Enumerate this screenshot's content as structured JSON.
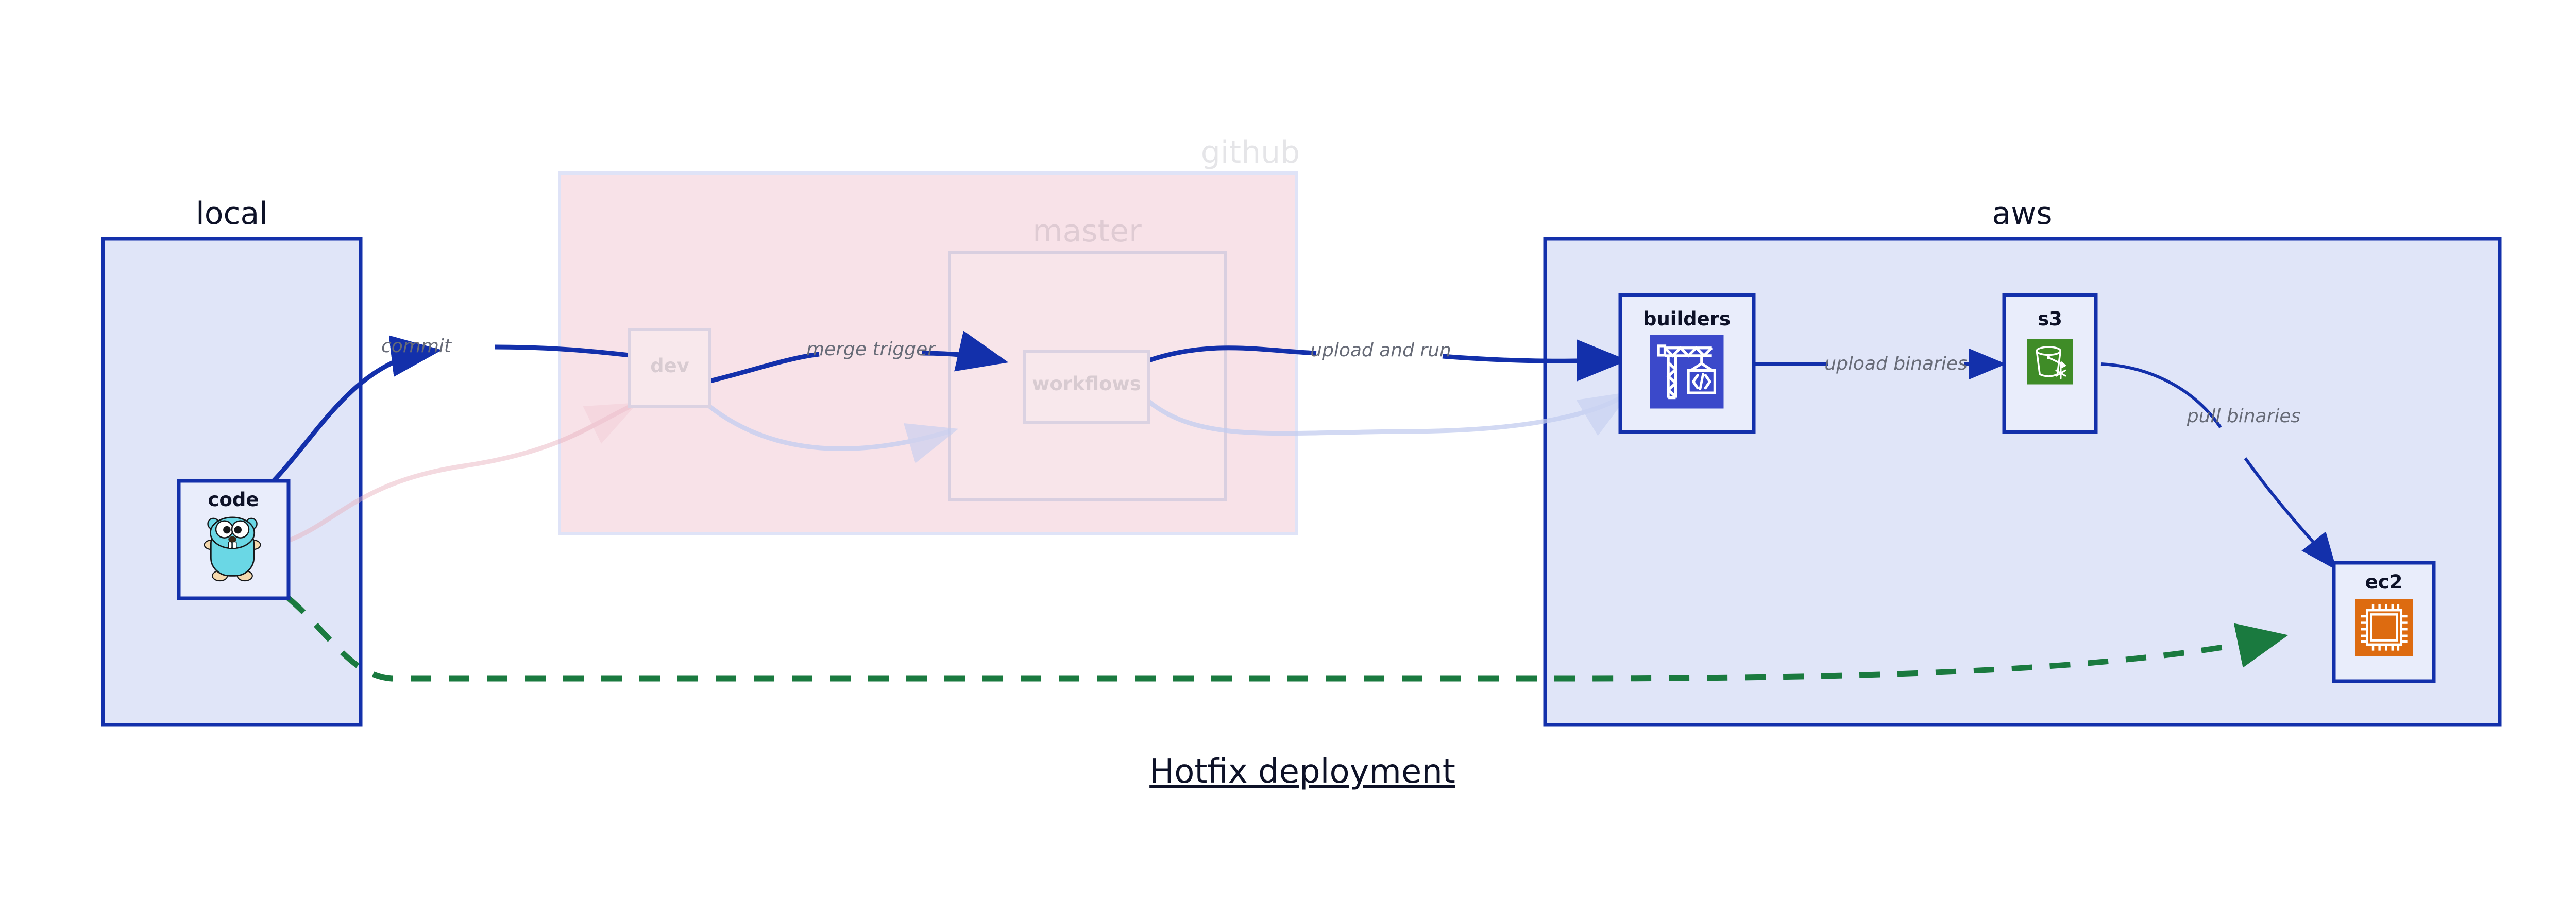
{
  "title": "Hotfix deployment",
  "groups": [
    {
      "id": "local",
      "label": "local",
      "state": "active"
    },
    {
      "id": "github",
      "label": "github",
      "state": "faded"
    },
    {
      "id": "master",
      "label": "master",
      "state": "faded"
    },
    {
      "id": "aws",
      "label": "aws",
      "state": "active"
    }
  ],
  "nodes": [
    {
      "id": "code",
      "label": "code",
      "icon": "go-gopher-icon",
      "state": "active"
    },
    {
      "id": "dev",
      "label": "dev",
      "icon": "none",
      "state": "faded"
    },
    {
      "id": "workflows",
      "label": "workflows",
      "icon": "none",
      "state": "faded"
    },
    {
      "id": "builders",
      "label": "builders",
      "icon": "crane-code-icon",
      "state": "active"
    },
    {
      "id": "s3",
      "label": "s3",
      "icon": "s3-bucket-icon",
      "state": "active"
    },
    {
      "id": "ec2",
      "label": "ec2",
      "icon": "cpu-chip-icon",
      "state": "active"
    }
  ],
  "edges": [
    {
      "id": "code-dev",
      "label": "commit",
      "style": "solid",
      "from": "code",
      "to": "dev"
    },
    {
      "id": "dev-workflows",
      "label": "merge trigger",
      "style": "solid",
      "from": "dev",
      "to": "workflows"
    },
    {
      "id": "workflows-builders",
      "label": "upload and run",
      "style": "solid",
      "from": "workflows",
      "to": "builders"
    },
    {
      "id": "builders-s3",
      "label": "upload binaries",
      "style": "solid",
      "from": "builders",
      "to": "s3"
    },
    {
      "id": "s3-ec2",
      "label": "pull binaries",
      "style": "solid",
      "from": "s3",
      "to": "ec2"
    },
    {
      "id": "code-ec2",
      "label": "",
      "style": "dashed",
      "from": "code",
      "to": "ec2"
    },
    {
      "id": "ghost-code-dev",
      "label": "",
      "style": "ghost-pink",
      "from": "code",
      "to": "dev"
    },
    {
      "id": "ghost-dev-wf",
      "label": "",
      "style": "ghost-pink",
      "from": "dev",
      "to": "workflows"
    },
    {
      "id": "ghost-wf-builders",
      "label": "",
      "style": "ghost-blue",
      "from": "workflows",
      "to": "builders"
    }
  ],
  "colors": {
    "group_border": "#1330ab",
    "group_fill": "#e0e5f8",
    "github_fill": "#f8e2e8",
    "node_fill": "#e9edfb",
    "edge": "#1330ab",
    "dashed_edge": "#1a7a3f",
    "edge_label_text": "#676b77",
    "node_label_text": "#0d1127",
    "builders_icon_bg": "#3b49ca",
    "s3_icon_bg": "#3f8c27",
    "ec2_icon_bg": "#dd6b10",
    "gopher_body": "#6ad7e5"
  },
  "icons": {
    "github_logo": "github-octocat-icon",
    "code_node": "go-gopher-icon",
    "builders_node": "crane-code-icon",
    "s3_node": "s3-bucket-icon",
    "ec2_node": "cpu-chip-icon"
  }
}
